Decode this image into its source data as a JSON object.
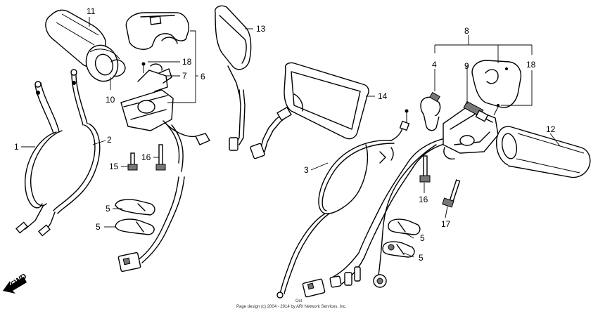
{
  "callouts": {
    "c1": "1",
    "c2": "2",
    "c3": "3",
    "c4": "4",
    "c5a": "5",
    "c5b": "5",
    "c5c": "5",
    "c5d": "5",
    "c6": "6",
    "c7": "7",
    "c8": "8",
    "c9": "9",
    "c10": "10",
    "c11": "11",
    "c12": "12",
    "c13": "13",
    "c14": "14",
    "c15": "15",
    "c16a": "16",
    "c16b": "16",
    "c17": "17",
    "c18a": "18",
    "c18b": "18"
  },
  "direction": {
    "label": "FWD"
  },
  "footer": {
    "ref": "Oct",
    "copyright": "Page design (c) 2004 - 2014 by ARI Network Services, Inc."
  }
}
